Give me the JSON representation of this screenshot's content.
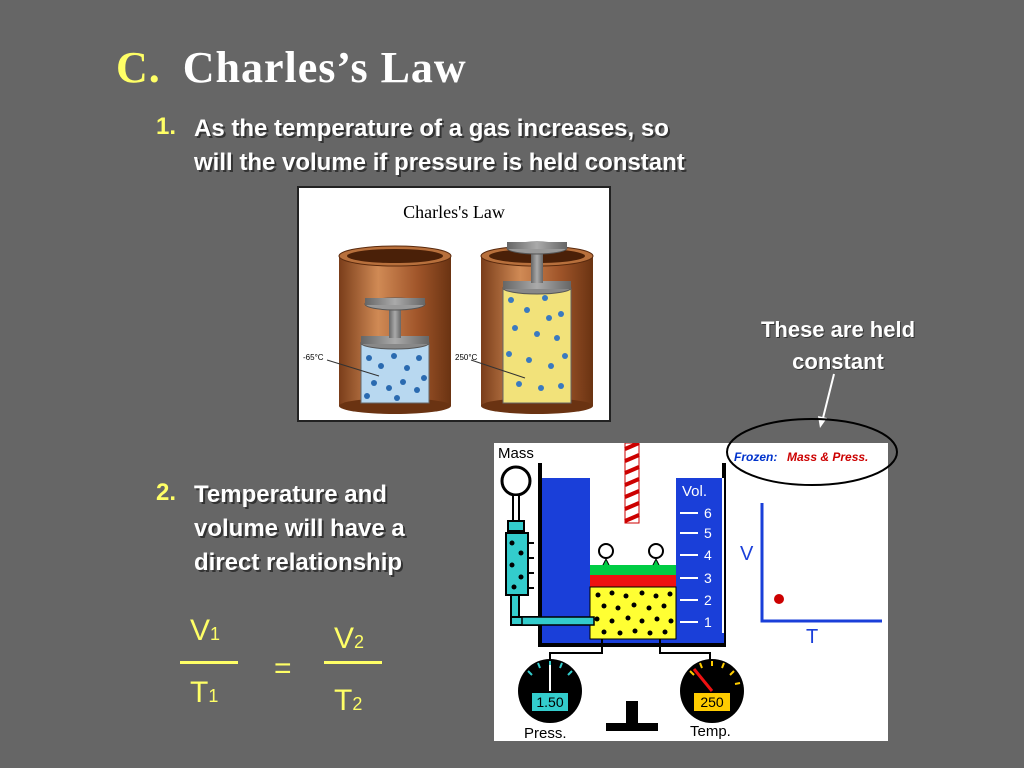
{
  "title": {
    "letter": "C.",
    "text": "Charles’s Law"
  },
  "points": [
    {
      "number": "1.",
      "line1": "As the temperature of a gas increases, so",
      "line2": "will the volume if pressure is held constant"
    },
    {
      "number": "2.",
      "line1": "Temperature and",
      "line2": "volume will have a",
      "line3": "direct relationship"
    }
  ],
  "note": {
    "line1": "These are held",
    "line2": "constant"
  },
  "equation": {
    "v1": "V",
    "v1_sub": "1",
    "t1": "T",
    "t1_sub": "1",
    "equals": "=",
    "v2": "V",
    "v2_sub": "2",
    "t2": "T",
    "t2_sub": "2"
  },
  "figure1": {
    "caption": "Charles's Law",
    "temp_left": "-65°C",
    "temp_right": "250°C"
  },
  "figure2": {
    "mass_label": "Mass",
    "frozen_label": "Frozen:",
    "frozen_items": "Mass  & Press.",
    "vol_label": "Vol.",
    "vol_ticks": [
      "6",
      "5",
      "4",
      "3",
      "2",
      "1"
    ],
    "press_value": "1.50",
    "press_label": "Press.",
    "temp_value": "250",
    "temp_label": "Temp.",
    "graph_y": "V",
    "graph_x": "T"
  },
  "colors": {
    "background": "#666666",
    "accent": "#ffff66",
    "text": "#ffffff",
    "graph_blue": "#0033cc",
    "point_red": "#cc0000"
  }
}
